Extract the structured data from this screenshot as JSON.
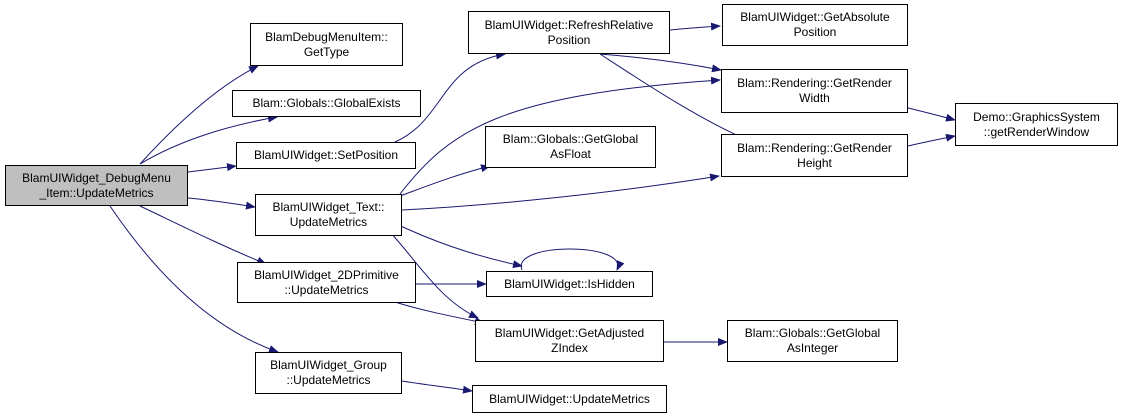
{
  "diagram": {
    "edge_color": "#191970",
    "nodes": [
      {
        "id": "n_root",
        "label": "BlamUIWidget_DebugMenu\n_Item::UpdateMetrics",
        "root": true
      },
      {
        "id": "n_debugtype",
        "label": "BlamDebugMenuItem::\nGetType"
      },
      {
        "id": "n_globalexists",
        "label": "Blam::Globals::GlobalExists"
      },
      {
        "id": "n_setposition",
        "label": "BlamUIWidget::SetPosition"
      },
      {
        "id": "n_text_update",
        "label": "BlamUIWidget_Text::\nUpdateMetrics"
      },
      {
        "id": "n_2d_update",
        "label": "BlamUIWidget_2DPrimitive\n::UpdateMetrics"
      },
      {
        "id": "n_group_update",
        "label": "BlamUIWidget_Group\n::UpdateMetrics"
      },
      {
        "id": "n_refresh",
        "label": "BlamUIWidget::RefreshRelative\nPosition"
      },
      {
        "id": "n_getfloat",
        "label": "Blam::Globals::GetGlobal\nAsFloat"
      },
      {
        "id": "n_ishidden",
        "label": "BlamUIWidget::IsHidden"
      },
      {
        "id": "n_adjz",
        "label": "BlamUIWidget::GetAdjusted\nZIndex"
      },
      {
        "id": "n_uiupdate",
        "label": "BlamUIWidget::UpdateMetrics"
      },
      {
        "id": "n_absolute",
        "label": "BlamUIWidget::GetAbsolute\nPosition"
      },
      {
        "id": "n_renderwidth",
        "label": "Blam::Rendering::GetRender\nWidth"
      },
      {
        "id": "n_renderheight",
        "label": "Blam::Rendering::GetRender\nHeight"
      },
      {
        "id": "n_getint",
        "label": "Blam::Globals::GetGlobal\nAsInteger"
      },
      {
        "id": "n_renderwindow",
        "label": "Demo::GraphicsSystem\n::getRenderWindow"
      }
    ]
  }
}
